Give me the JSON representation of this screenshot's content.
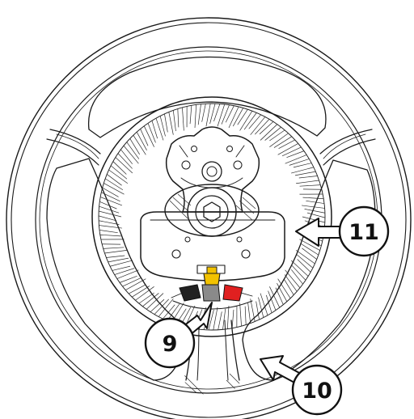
{
  "colors": {
    "ink": "#1a1a1a",
    "connector_yellow": "#f2c200",
    "connector_black": "#222222",
    "connector_grey": "#8a8a8a",
    "connector_red": "#e02020",
    "background": "#ffffff"
  },
  "callouts": [
    {
      "id": "9",
      "label": "9"
    },
    {
      "id": "10",
      "label": "10"
    },
    {
      "id": "11",
      "label": "11"
    }
  ]
}
